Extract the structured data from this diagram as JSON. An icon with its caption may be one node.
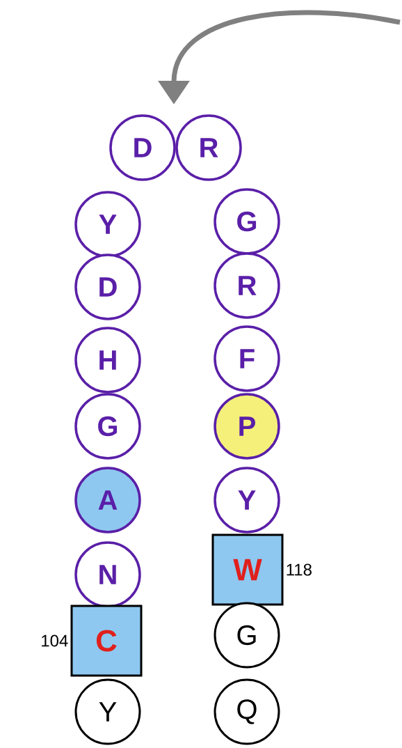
{
  "diagram": {
    "nodes": [
      {
        "text": [
          "D"
        ]
      },
      {
        "text": [
          "R"
        ]
      },
      {
        "text": [
          "Y"
        ]
      },
      {
        "text": [
          "G"
        ]
      },
      {
        "text": [
          "D"
        ]
      },
      {
        "text": [
          "R"
        ]
      },
      {
        "text": [
          "H"
        ]
      },
      {
        "text": [
          "F"
        ]
      },
      {
        "text": [
          "G"
        ]
      },
      {
        "text": [
          "P"
        ]
      },
      {
        "text": [
          "A"
        ]
      },
      {
        "text": [
          "Y"
        ]
      },
      {
        "text": [
          "N"
        ]
      },
      {
        "text": [
          "W"
        ],
        "beside": [
          "118"
        ]
      },
      {
        "text": [
          "C"
        ],
        "beside": [
          "104"
        ]
      },
      {
        "text": [
          "G"
        ]
      },
      {
        "text": [
          "Y"
        ]
      },
      {
        "text": [
          "Q"
        ]
      }
    ]
  }
}
